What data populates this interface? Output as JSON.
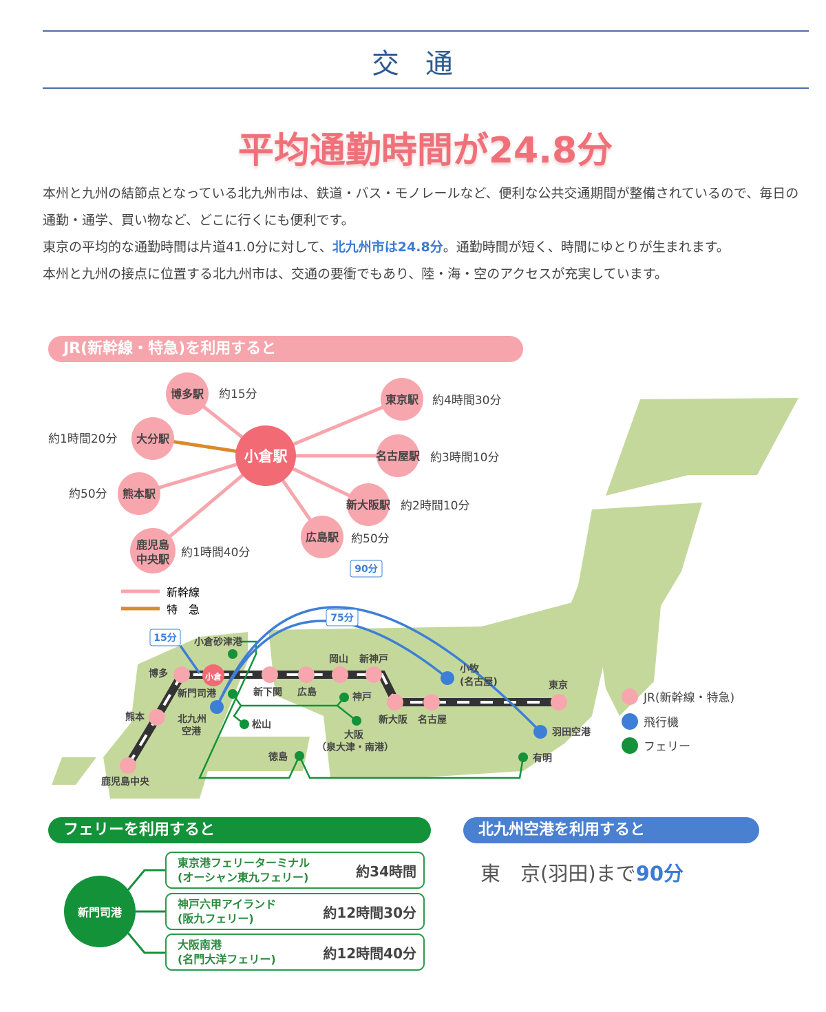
{
  "title": "交通",
  "headline": "平均通勤時間が24.8分",
  "intro": {
    "p1": "本州と九州の結節点となっている北九州市は、鉄道・バス・モノレールなど、便利な公共交通期間が整備されているので、毎日の通勤・通学、買い物など、どこに行くにも便利です。",
    "p2_a": "東京の平均的な通勤時間は片道41.0分に対して、",
    "p2_hl": "北九州市は24.8分",
    "p2_b": "。通勤時間が短く、時間にゆとりが生まれます。",
    "p3": "本州と九州の接点に位置する北九州市は、交通の要衝でもあり、陸・海・空のアクセスが充実しています。"
  },
  "jr": {
    "header": "JR(新幹線・特急)を利用すると",
    "hub": "小倉駅",
    "stations": [
      {
        "name": "博多駅",
        "time": "約15分"
      },
      {
        "name": "大分駅",
        "time": "約1時間20分"
      },
      {
        "name": "熊本駅",
        "time": "約50分"
      },
      {
        "name1": "鹿児島",
        "name2": "中央駅",
        "time": "約1時間40分"
      },
      {
        "name": "広島駅",
        "time": "約50分"
      },
      {
        "name": "新大阪駅",
        "time": "約2時間10分"
      },
      {
        "name": "名古屋駅",
        "time": "約3時間10分"
      },
      {
        "name": "東京駅",
        "time": "約4時間30分"
      }
    ],
    "legend": {
      "shinkansen": "新幹線",
      "limited": "特　急"
    }
  },
  "map": {
    "flight_times": [
      "15分",
      "75分",
      "90分"
    ],
    "labels": {
      "hakata": "博多",
      "kokura": "小倉",
      "kumamoto": "熊本",
      "kagoshima": "鹿児島中央",
      "shinmoji": "新門司港",
      "kokura_port": "小倉砂津港",
      "airport1": "北九州",
      "airport2": "空港",
      "shimonoseki": "新下関",
      "hiroshima": "広島",
      "okayama": "岡山",
      "shinkobe": "新神戸",
      "kobe": "神戸",
      "matsuyama": "松山",
      "osaka1": "大阪",
      "osaka2": "（泉大津・南港）",
      "tokushima": "徳島",
      "shinosaka": "新大阪",
      "nagoya": "名古屋",
      "komaki1": "小牧",
      "komaki2": "(名古屋)",
      "tokyo": "東京",
      "haneda": "羽田空港",
      "ariake": "有明"
    },
    "legend": [
      "JR(新幹線・特急)",
      "飛行機",
      "フェリー"
    ],
    "colors": {
      "jr": "#f7a6ad",
      "plane": "#3d7fd6",
      "ferry": "#13923a",
      "land": "#c5d89c"
    }
  },
  "ferry": {
    "header": "フェリーを利用すると",
    "hub": "新門司港",
    "routes": [
      {
        "dest1": "東京港フェリーターミナル",
        "dest2": "(オーシャン東九フェリー)",
        "time": "約34時間"
      },
      {
        "dest1": "神戸六甲アイランド",
        "dest2": "(阪九フェリー)",
        "time": "約12時間30分"
      },
      {
        "dest1": "大阪南港",
        "dest2": "(名門大洋フェリー)",
        "time": "約12時間40分"
      }
    ]
  },
  "airport": {
    "header": "北九州空港を利用すると",
    "dest": "東　京(羽田)まで",
    "time": "90分"
  }
}
